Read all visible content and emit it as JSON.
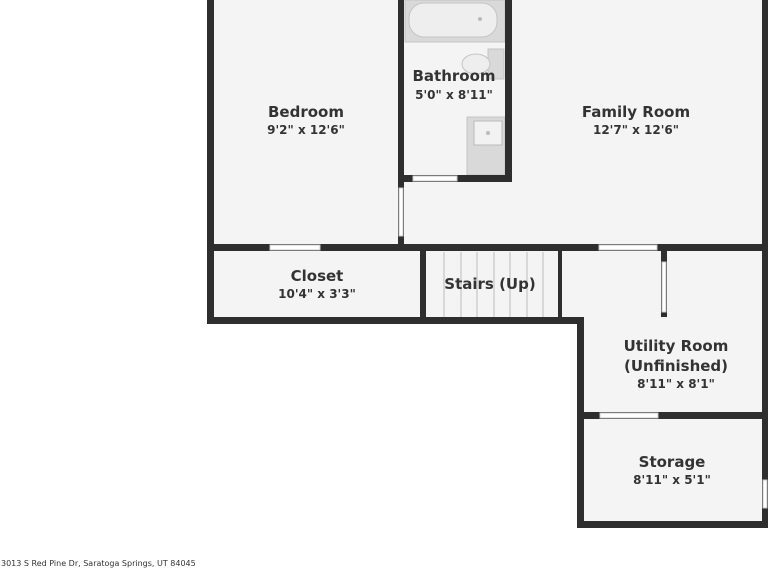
{
  "rooms": {
    "bedroom": {
      "name": "Bedroom",
      "dims": "9'2\" x 12'6\""
    },
    "bathroom": {
      "name": "Bathroom",
      "dims": "5'0\" x 8'11\""
    },
    "family_room": {
      "name": "Family Room",
      "dims": "12'7\" x 12'6\""
    },
    "closet": {
      "name": "Closet",
      "dims": "10'4\" x 3'3\""
    },
    "stairs": {
      "name": "Stairs (Up)"
    },
    "utility_room": {
      "name_line1": "Utility Room",
      "name_line2": "(Unfinished)",
      "dims": "8'11\" x 8'1\""
    },
    "storage": {
      "name": "Storage",
      "dims": "8'11\" x 5'1\""
    }
  },
  "address": "3013 S Red Pine Dr, Saratoga Springs, UT 84045",
  "colors": {
    "wall": "#2e2e2e",
    "floor": "#f4f4f4",
    "fixture": "#d9d9d9",
    "text": "#333333"
  }
}
